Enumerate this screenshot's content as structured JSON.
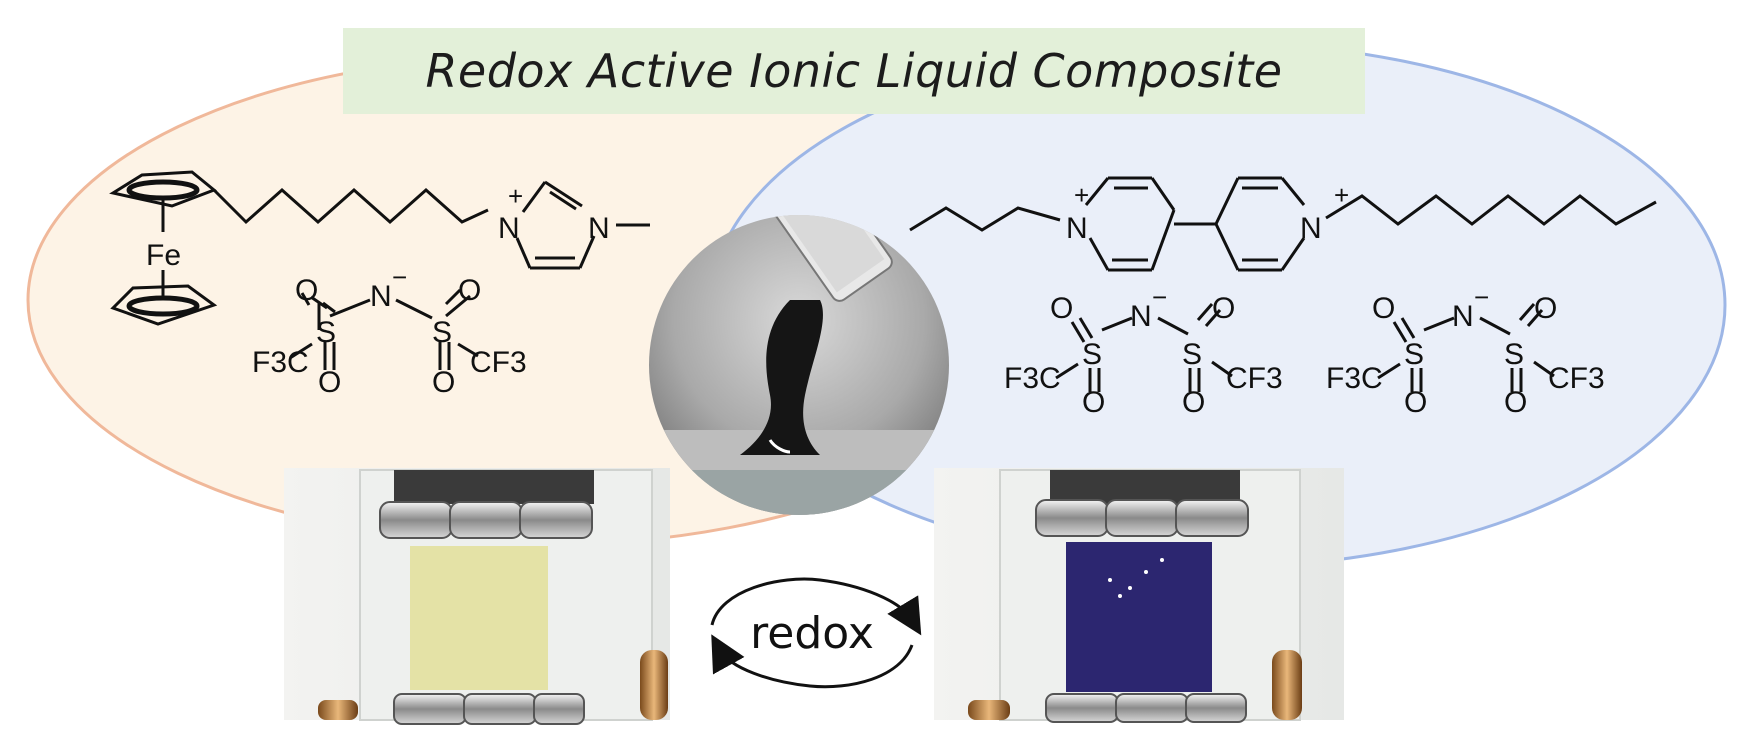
{
  "title": "Redox Active Ionic Liquid Composite",
  "left_molecule": {
    "metal": "Fe",
    "cation_n_plus": "N",
    "cation_n_methyl": "N",
    "charge": "+",
    "anion": {
      "n": "N",
      "n_charge": "−",
      "s_left": "S",
      "s_right": "S",
      "o": "O",
      "cf3_left": "F3C",
      "cf3_right": "CF3"
    }
  },
  "right_molecule": {
    "n_left": "N",
    "n_right": "N",
    "charge": "+",
    "anion_1": {
      "n": "N",
      "n_charge": "−",
      "s": "S",
      "o": "O",
      "cf3_left": "F3C",
      "cf3_right": "CF3"
    },
    "anion_2": {
      "n": "N",
      "n_charge": "−",
      "s": "S",
      "o": "O",
      "cf3_left": "F3C",
      "cf3_right": "CF3"
    }
  },
  "center_label": "redox",
  "colors": {
    "left_ellipse_fill": "#fdf3e6",
    "left_ellipse_stroke": "#f0b89a",
    "right_ellipse_fill": "#eaeff9",
    "right_ellipse_stroke": "#9db6e6",
    "title_bg": "#e3f0d9",
    "film_oxidized": "#e4e2a6",
    "film_reduced": "#2c2670"
  }
}
